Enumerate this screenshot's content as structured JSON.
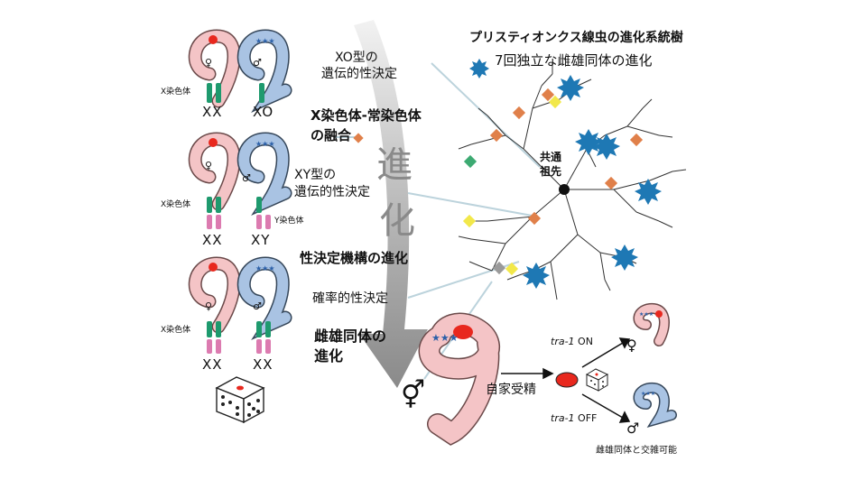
{
  "title": "プリスティオンクス線虫の進化系統樹",
  "legend_text": "7回独立な雌雄同体の進化",
  "evolution_arrow_chars": [
    "進",
    "化"
  ],
  "stages": {
    "xo": {
      "mechanism": [
        "XO型の",
        "遺伝的性決定"
      ],
      "chrom_label": "X染色体",
      "female_symbol": "♀",
      "male_symbol": "♂",
      "genotype_female": "XX",
      "genotype_male": "XO"
    },
    "fusion": {
      "label": [
        "X染色体-常染色体",
        "の融合"
      ]
    },
    "xy": {
      "mechanism": [
        "XY型の",
        "遺伝的性決定"
      ],
      "chrom_label": "X染色体",
      "y_chrom_label": "Y染色体",
      "female_symbol": "♀",
      "male_symbol": "♂",
      "genotype_female": "XX",
      "genotype_male": "XY"
    },
    "sex_mech_evolution": {
      "label": "性決定機構の進化"
    },
    "stochastic": {
      "mechanism": "確率的性決定",
      "chrom_label": "X染色体",
      "female_symbol": "♀",
      "male_symbol": "♂",
      "genotype_female": "XX",
      "genotype_male": "XX"
    },
    "hermaphrodite": {
      "label": [
        "雌雄同体の",
        "進化"
      ]
    }
  },
  "tree": {
    "ancestor_label": [
      "共通",
      "祖先"
    ]
  },
  "inset": {
    "hermaphrodite_symbol": "⚥",
    "selfing_label": "自家受精",
    "tra1_gene": "tra-1",
    "on_label": "ON",
    "off_label": "OFF",
    "female_symbol": "♀",
    "male_symbol": "♂",
    "caption": "雌雄同体と交雑可能"
  },
  "colors": {
    "female_body": "#f4c4c6",
    "male_body": "#a9c3e3",
    "oocyte": "#e8281e",
    "chrom_x": "#1e9a6e",
    "chrom_y": "#dc7bb0",
    "fusion_marker": "#e0804a",
    "yellow_marker": "#f2e84a",
    "green_marker": "#3daa72",
    "gray_marker": "#9a9a9a",
    "star_burst": "#1e78b4",
    "arrow_gray": "#8c8c8c"
  }
}
